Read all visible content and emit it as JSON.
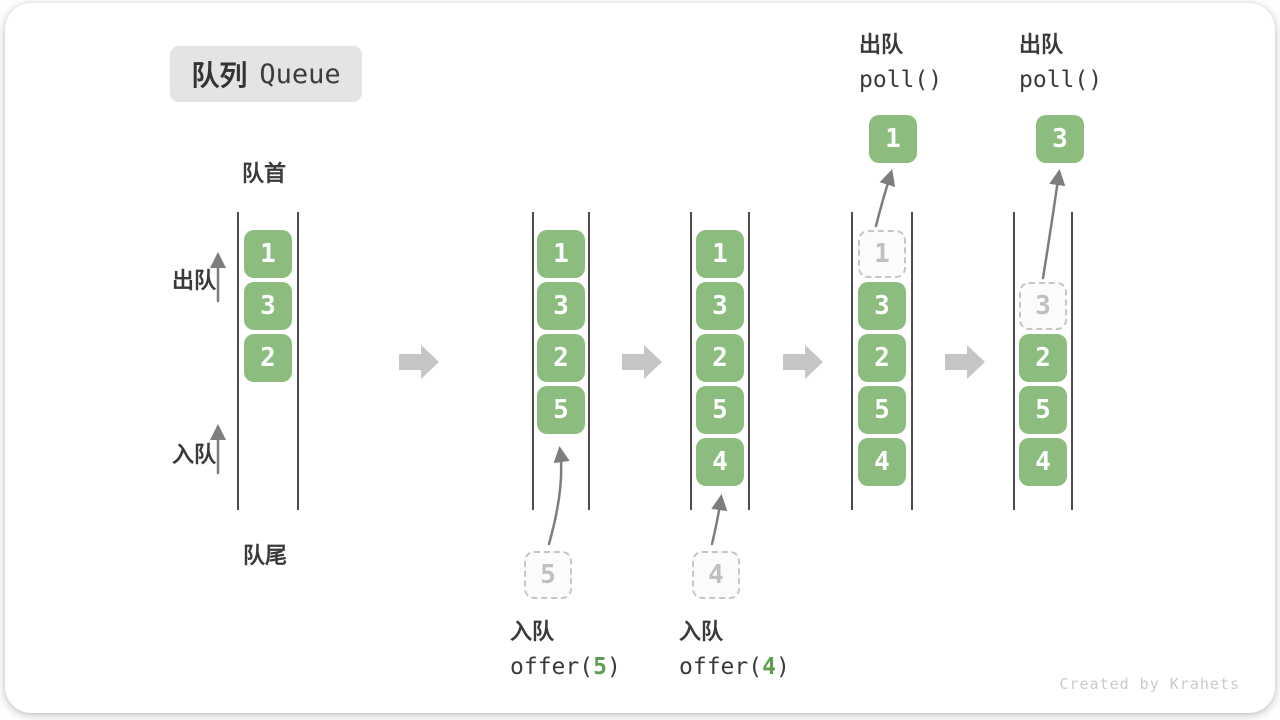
{
  "title": {
    "zh": "队列",
    "en": "Queue"
  },
  "labels": {
    "front": "队首",
    "rear": "队尾",
    "dequeue": "出队",
    "enqueue": "入队"
  },
  "operations": {
    "enqueue5": {
      "label": "入队",
      "fn_pre": "offer(",
      "arg": "5",
      "fn_post": ")"
    },
    "enqueue4": {
      "label": "入队",
      "fn_pre": "offer(",
      "arg": "4",
      "fn_post": ")"
    },
    "poll1": {
      "label": "出队",
      "fn": "poll()",
      "result": "1"
    },
    "poll2": {
      "label": "出队",
      "fn": "poll()",
      "result": "3"
    }
  },
  "queues": [
    {
      "name": "initial-state",
      "cells": [
        {
          "slot": 1,
          "value": "1"
        },
        {
          "slot": 2,
          "value": "3"
        },
        {
          "slot": 3,
          "value": "2"
        }
      ]
    },
    {
      "name": "after-offer-5",
      "cells": [
        {
          "slot": 1,
          "value": "1"
        },
        {
          "slot": 2,
          "value": "3"
        },
        {
          "slot": 3,
          "value": "2"
        },
        {
          "slot": 4,
          "value": "5"
        }
      ],
      "pending": {
        "value": "5"
      }
    },
    {
      "name": "after-offer-4",
      "cells": [
        {
          "slot": 1,
          "value": "1"
        },
        {
          "slot": 2,
          "value": "3"
        },
        {
          "slot": 3,
          "value": "2"
        },
        {
          "slot": 4,
          "value": "5"
        },
        {
          "slot": 5,
          "value": "4"
        }
      ],
      "pending": {
        "value": "4"
      }
    },
    {
      "name": "after-poll-1",
      "cells": [
        {
          "slot": 1,
          "value": "1",
          "removed": true
        },
        {
          "slot": 2,
          "value": "3"
        },
        {
          "slot": 3,
          "value": "2"
        },
        {
          "slot": 4,
          "value": "5"
        },
        {
          "slot": 5,
          "value": "4"
        }
      ],
      "output": {
        "value": "1"
      }
    },
    {
      "name": "after-poll-3",
      "cells": [
        {
          "slot": 2,
          "value": "3",
          "removed": true
        },
        {
          "slot": 3,
          "value": "2"
        },
        {
          "slot": 4,
          "value": "5"
        },
        {
          "slot": 5,
          "value": "4"
        }
      ],
      "output": {
        "value": "3"
      }
    }
  ],
  "watermark": "Created by Krahets",
  "colors": {
    "box_green": "#8cbd7f",
    "box_text": "#ffffff",
    "dashed_border": "#c6c6c6",
    "dashed_text": "#bfbfbf",
    "wall": "#4d4d4d",
    "block_arrow": "#c5c5c5",
    "curve_arrow": "#7d7d7d",
    "text": "#3a3a3a",
    "code_green": "#5f9e52",
    "badge_bg": "#e4e4e4",
    "watermark": "#cacaca"
  }
}
